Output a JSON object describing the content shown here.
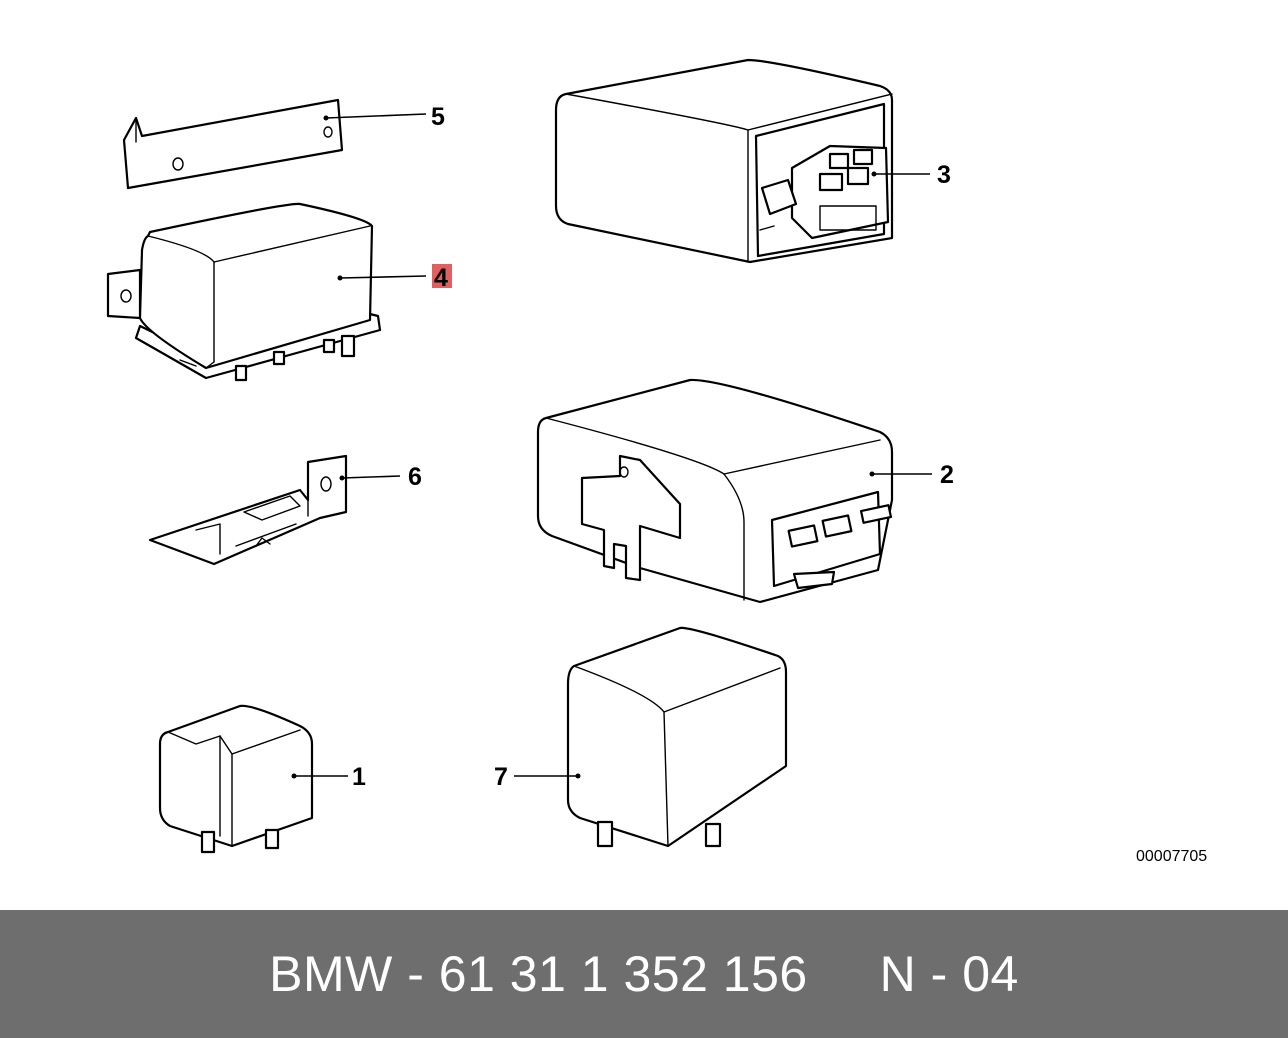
{
  "diagram": {
    "reference_code": "00007705",
    "highlight_color": "#e06060",
    "callouts": [
      {
        "id": "1",
        "label": "1",
        "highlighted": false
      },
      {
        "id": "2",
        "label": "2",
        "highlighted": false
      },
      {
        "id": "3",
        "label": "3",
        "highlighted": false
      },
      {
        "id": "4",
        "label": "4",
        "highlighted": true
      },
      {
        "id": "5",
        "label": "5",
        "highlighted": false
      },
      {
        "id": "6",
        "label": "6",
        "highlighted": false
      },
      {
        "id": "7",
        "label": "7",
        "highlighted": false
      }
    ]
  },
  "footer": {
    "text": "BMW - 61 31 1 352 156     N - 04",
    "background": "#6e6e6e",
    "text_color": "#ffffff"
  }
}
